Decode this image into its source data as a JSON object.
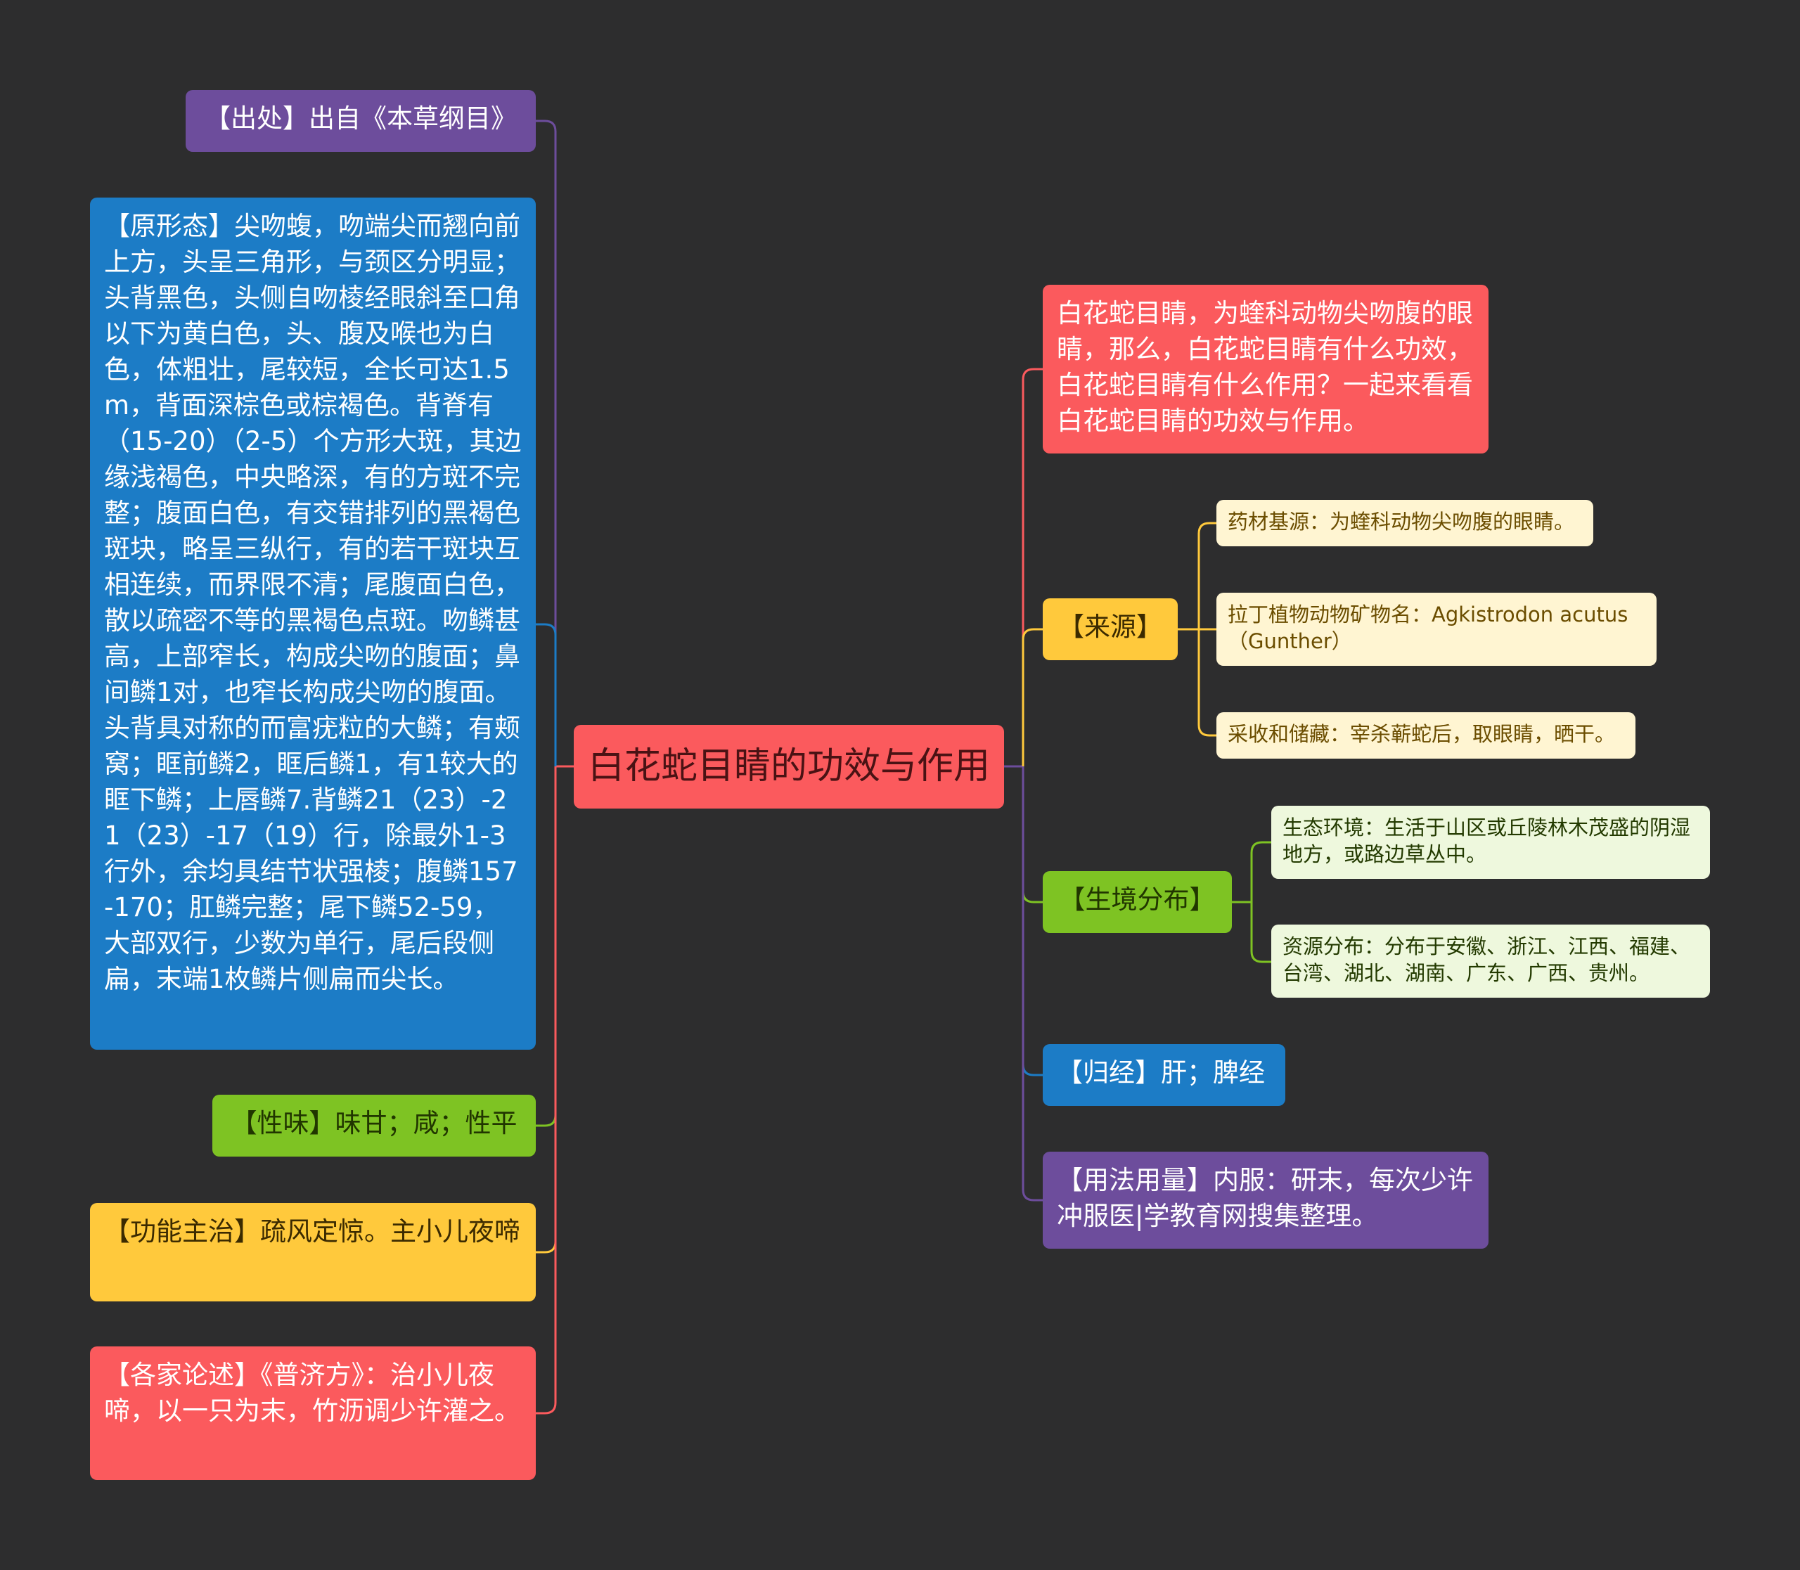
{
  "root": {
    "label": "白花蛇目睛的功效与作用"
  },
  "left": [
    {
      "id": "chuchu",
      "label": "【出处】出自《本草纲目》"
    },
    {
      "id": "yuanxingtai",
      "label": "【原形态】尖吻蝮，吻端尖而翘向前上方，头呈三角形，与颈区分明显；头背黑色，头侧自吻棱经眼斜至口角以下为黄白色，头、腹及喉也为白色，体粗壮，尾较短，全长可达1.5m，背面深棕色或棕褐色。背脊有（15-20）（2-5）个方形大斑，其边缘浅褐色，中央略深，有的方斑不完整；腹面白色，有交错排列的黑褐色斑块，略呈三纵行，有的若干斑块互相连续，而界限不清；尾腹面白色，散以疏密不等的黑褐色点斑。吻鳞甚高，上部窄长，构成尖吻的腹面；鼻间鳞1对，也窄长构成尖吻的腹面。头背具对称的而富疣粒的大鳞；有颊窝；眶前鳞2，眶后鳞1，有1较大的眶下鳞；上唇鳞7.背鳞21（23）-21（23）-17（19）行，除最外1-3行外，余均具结节状强棱；腹鳞157-170；肛鳞完整；尾下鳞52-59，大部双行，少数为单行，尾后段侧扁，末端1枚鳞片侧扁而尖长。"
    },
    {
      "id": "xingwei",
      "label": "【性味】味甘；咸；性平"
    },
    {
      "id": "gongneng",
      "label": "【功能主治】疏风定惊。主小儿夜啼"
    },
    {
      "id": "gejia",
      "label": "【各家论述】《普济方》：治小儿夜啼，以一只为末，竹沥调少许灌之。"
    }
  ],
  "right": [
    {
      "id": "intro",
      "label": "白花蛇目睛，为蝰科动物尖吻腹的眼睛，那么，白花蛇目睛有什么功效，白花蛇目睛有什么作用？一起来看看白花蛇目睛的功效与作用。"
    },
    {
      "id": "laiyuan",
      "label": "【来源】",
      "children": [
        "药材基源：为蝰科动物尖吻腹的眼睛。",
        "拉丁植物动物矿物名：Agkistrodon acutus（Gunther）",
        "采收和储藏：宰杀蕲蛇后，取眼睛，晒干。"
      ]
    },
    {
      "id": "shengjing",
      "label": "【生境分布】",
      "children": [
        "生态环境：生活于山区或丘陵林木茂盛的阴湿地方，或路边草丛中。",
        "资源分布：分布于安徽、浙江、江西、福建、台湾、湖北、湖南、广东、广西、贵州。"
      ]
    },
    {
      "id": "guijing",
      "label": "【归经】肝；脾经"
    },
    {
      "id": "yongfa",
      "label": "【用法用量】内服：研末，每次少许冲服医|学教育网搜集整理。"
    }
  ],
  "colors": {
    "background": "#2d2d2e",
    "red": "#fb5a5d",
    "purple": "#6d4d9c",
    "blue": "#1c7cc6",
    "green": "#7ec323",
    "yellow": "#ffc93c",
    "leaf_yellow": "#fff5d2",
    "leaf_green": "#eef8dd"
  }
}
